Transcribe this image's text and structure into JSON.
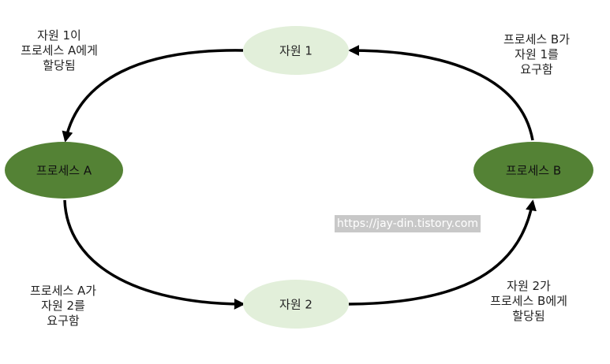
{
  "colors": {
    "resource_fill": "#e2efda",
    "process_fill": "#548235",
    "arrow": "#000000",
    "label_text": "#222222"
  },
  "nodes": {
    "resource_1": {
      "label": "자원 1"
    },
    "resource_2": {
      "label": "자원 2"
    },
    "process_a": {
      "label": "프로세스 A"
    },
    "process_b": {
      "label": "프로세스 B"
    }
  },
  "edges": {
    "r1_to_a": {
      "lines": [
        "자원 1이",
        "프로세스 A에게",
        "할당됨"
      ]
    },
    "b_to_r1": {
      "lines": [
        "프로세스 B가",
        "자원 1를",
        "요구함"
      ]
    },
    "a_to_r2": {
      "lines": [
        "프로세스 A가",
        "자원 2를",
        "요구함"
      ]
    },
    "r2_to_b": {
      "lines": [
        "자원 2가",
        "프로세스 B에게",
        "할당됨"
      ]
    }
  },
  "watermark": "https://jay-din.tistory.com"
}
